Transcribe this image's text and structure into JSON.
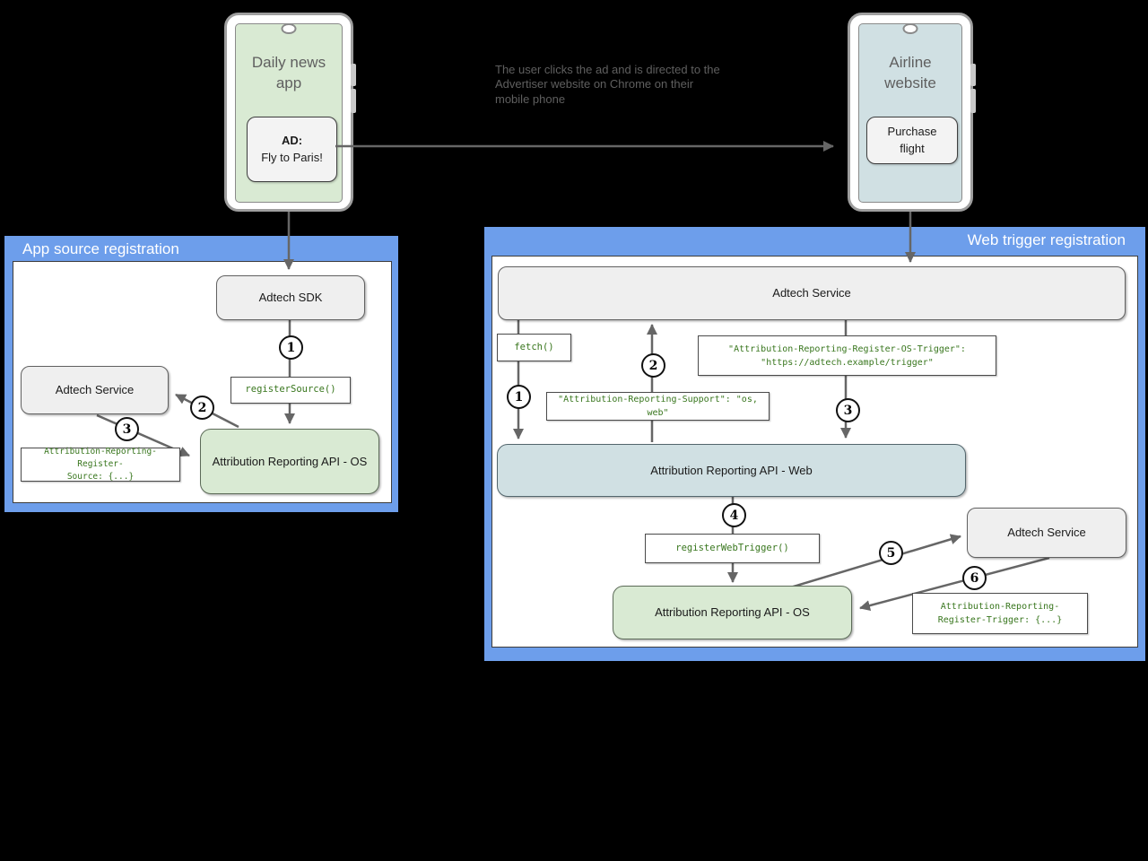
{
  "caption": "The user clicks the ad and is directed to the Advertiser website on Chrome on their mobile phone",
  "phones": {
    "news": {
      "title": "Daily news\napp",
      "ad_label": "AD:",
      "ad_text": "Fly to Paris!"
    },
    "airline": {
      "title": "Airline\nwebsite",
      "button_label": "Purchase\nflight"
    }
  },
  "panels": {
    "app_source": {
      "title": "App source registration",
      "adtech_sdk": "Adtech SDK",
      "register_source_call": "registerSource()",
      "adtech_service": "Adtech Service",
      "register_source_header_line1": "Attribution-Reporting-Register-",
      "register_source_header_line2": "Source: {...}",
      "api_os": "Attribution Reporting API - OS",
      "steps": [
        "1",
        "2",
        "3"
      ]
    },
    "web_trigger": {
      "title": "Web trigger registration",
      "adtech_service_top": "Adtech Service",
      "fetch_call": "fetch()",
      "os_trigger_header_line1": "\"Attribution-Reporting-Register-OS-Trigger\":",
      "os_trigger_header_line2": "\"https://adtech.example/trigger\"",
      "support_header": "\"Attribution-Reporting-Support\": \"os, web\"",
      "api_web": "Attribution Reporting API - Web",
      "register_web_trigger_call": "registerWebTrigger()",
      "adtech_service_right": "Adtech Service",
      "register_trigger_header_line1": "Attribution-Reporting-",
      "register_trigger_header_line2": "Register-Trigger: {...}",
      "api_os": "Attribution Reporting API - OS",
      "steps": [
        "1",
        "2",
        "3",
        "4",
        "5",
        "6"
      ]
    }
  },
  "colors": {
    "panel_blue": "#6d9eeb",
    "box_gray": "#efefef",
    "box_green": "#d9ead3",
    "box_blue": "#d0e0e3",
    "code_green": "#38761d",
    "arrow_gray": "#666666",
    "background": "#000000"
  }
}
